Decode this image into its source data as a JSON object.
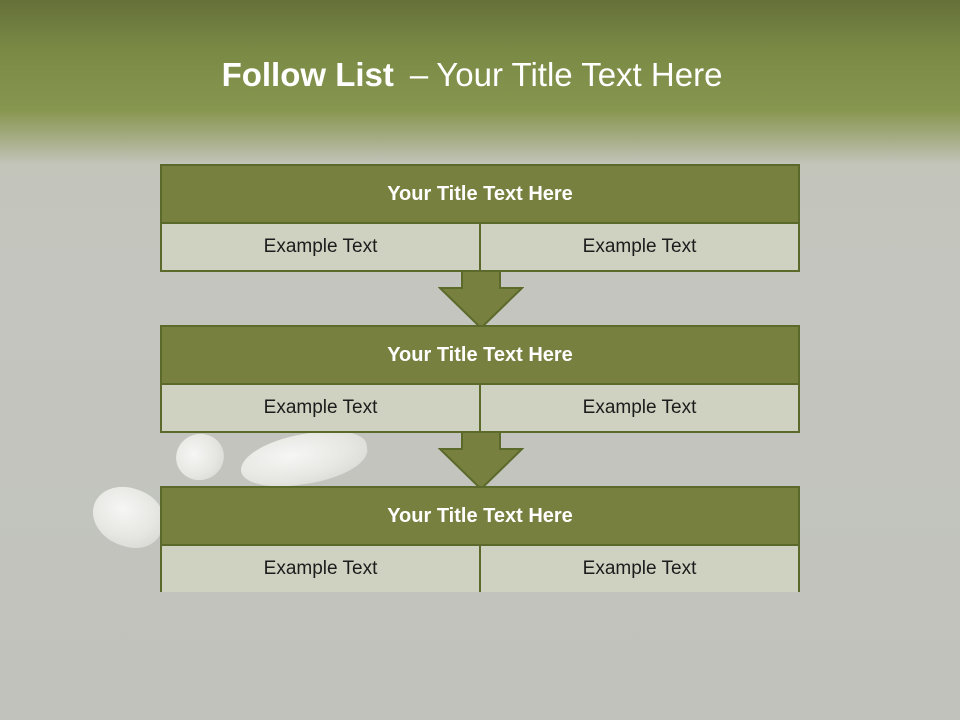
{
  "slide": {
    "title_bold": "Follow List",
    "title_dash": "–",
    "title_rest": "Your Title Text Here"
  },
  "colors": {
    "header_fill": "#77803f",
    "border": "#5b6a2b",
    "cell_fill": "#cfd1c1",
    "arrow_fill": "#77803f"
  },
  "steps": [
    {
      "title": "Your Title Text Here",
      "left": "Example Text",
      "right": "Example Text"
    },
    {
      "title": "Your Title Text Here",
      "left": "Example Text",
      "right": "Example Text"
    },
    {
      "title": "Your Title Text Here",
      "left": "Example Text",
      "right": "Example Text"
    }
  ]
}
